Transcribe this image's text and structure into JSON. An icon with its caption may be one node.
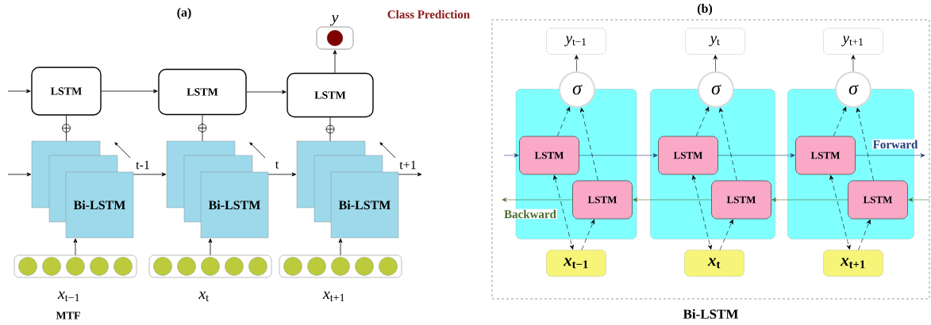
{
  "diagram": {
    "nodes": [
      {
        "text": [
          "LSTM"
        ]
      },
      {
        "text": [
          "LSTM"
        ]
      },
      {
        "text": [
          "LSTM"
        ]
      },
      {
        "text": [
          "y"
        ]
      },
      {
        "text": [
          "Bi-LSTM"
        ]
      },
      {
        "text": [
          "Bi-LSTM"
        ]
      },
      {
        "text": [
          "Bi-LSTM"
        ]
      },
      {
        "text": [],
        "shape": "bar",
        "beside": [
          "*x*$_{t−1}$"
        ]
      },
      {
        "text": [],
        "shape": "bar",
        "beside": [
          "*x*$_{t}$"
        ]
      },
      {
        "text": [],
        "shape": "bar",
        "beside": [
          "*x*$_{t+1}$"
        ]
      },
      {
        "text": [
          "Bi-LSTM"
        ]
      },
      {
        "text": [],
        "shape": "box",
        "in": 10
      },
      {
        "text": [],
        "shape": "box",
        "in": 10
      },
      {
        "text": [],
        "shape": "box",
        "in": 10
      },
      {
        "text": [
          "LSTM"
        ],
        "in": 11
      },
      {
        "text": [
          "LSTM"
        ],
        "in": 11
      },
      {
        "text": [
          "LSTM"
        ],
        "in": 12
      },
      {
        "text": [
          "LSTM"
        ],
        "in": 12
      },
      {
        "text": [
          "LSTM"
        ],
        "in": 13
      },
      {
        "text": [
          "LSTM"
        ],
        "in": 13
      },
      {
        "text": [
          "σ"
        ],
        "in": 10
      },
      {
        "text": [
          "σ"
        ],
        "in": 10
      },
      {
        "text": [
          "σ"
        ],
        "in": 10
      },
      {
        "text": [
          "*y*$_{t−1}$"
        ],
        "in": 10
      },
      {
        "text": [
          "*y*$_{t}$"
        ],
        "in": 10
      },
      {
        "text": [
          "*y*$_{t+1}$"
        ],
        "in": 10
      },
      {
        "text": [
          "*x*$_{t−1}$"
        ],
        "in": 10
      },
      {
        "text": [
          "*x*$_{t}$"
        ],
        "in": 10
      },
      {
        "text": [
          "*x*$_{t+1}$"
        ],
        "in": 10
      }
    ],
    "edges": [
      {
        "from": null,
        "to": 0,
        "arrow": "to"
      },
      {
        "from": 0,
        "to": 1,
        "arrow": "to"
      },
      {
        "from": 1,
        "to": 2,
        "arrow": "to"
      },
      {
        "from": 2,
        "to": 3,
        "arrow": "to"
      },
      {
        "from": 4,
        "to": 0,
        "arrow": "none"
      },
      {
        "from": 5,
        "to": 1,
        "arrow": "none"
      },
      {
        "from": 6,
        "to": 2,
        "arrow": "none"
      },
      {
        "from": null,
        "to": 4,
        "arrow": "to"
      },
      {
        "from": 4,
        "to": 5,
        "arrow": "to",
        "label": "t-1"
      },
      {
        "from": 5,
        "to": 6,
        "arrow": "to",
        "label": "t"
      },
      {
        "from": 6,
        "to": null,
        "arrow": "to",
        "label": "t+1"
      },
      {
        "from": 7,
        "to": 4,
        "arrow": "to"
      },
      {
        "from": 8,
        "to": 5,
        "arrow": "to"
      },
      {
        "from": 9,
        "to": 6,
        "arrow": "to"
      },
      {
        "from": null,
        "to": 14,
        "arrow": "to",
        "color": "#1f3a7a"
      },
      {
        "from": 14,
        "to": 16,
        "arrow": "to",
        "color": "#1f3a7a"
      },
      {
        "from": 16,
        "to": 18,
        "arrow": "to",
        "color": "#1f3a7a"
      },
      {
        "from": 18,
        "to": null,
        "arrow": "to",
        "color": "#1f3a7a",
        "label": "Forward"
      },
      {
        "from": null,
        "to": 19,
        "arrow": "to",
        "color": "#4a6b2e"
      },
      {
        "from": 19,
        "to": 17,
        "arrow": "to",
        "color": "#4a6b2e"
      },
      {
        "from": 17,
        "to": 15,
        "arrow": "to",
        "color": "#4a6b2e"
      },
      {
        "from": 15,
        "to": null,
        "arrow": "to",
        "color": "#4a6b2e",
        "label": "Backward"
      },
      {
        "from": 26,
        "to": 15,
        "arrow": "to",
        "style": "dashed"
      },
      {
        "from": 14,
        "to": 26,
        "arrow": "both",
        "style": "dashed"
      },
      {
        "from": 14,
        "to": 20,
        "arrow": "to",
        "style": "dashed"
      },
      {
        "from": 15,
        "to": 20,
        "arrow": "to",
        "style": "dashed"
      },
      {
        "from": 20,
        "to": 23,
        "arrow": "to"
      },
      {
        "from": 27,
        "to": 17,
        "arrow": "to",
        "style": "dashed"
      },
      {
        "from": 16,
        "to": 27,
        "arrow": "both",
        "style": "dashed"
      },
      {
        "from": 16,
        "to": 21,
        "arrow": "to",
        "style": "dashed"
      },
      {
        "from": 17,
        "to": 21,
        "arrow": "to",
        "style": "dashed"
      },
      {
        "from": 21,
        "to": 24,
        "arrow": "to"
      },
      {
        "from": 28,
        "to": 19,
        "arrow": "to",
        "style": "dashed"
      },
      {
        "from": 18,
        "to": 28,
        "arrow": "both",
        "style": "dashed"
      },
      {
        "from": 18,
        "to": 22,
        "arrow": "to",
        "style": "dashed"
      },
      {
        "from": 19,
        "to": 22,
        "arrow": "to",
        "style": "dashed"
      },
      {
        "from": 22,
        "to": 25,
        "arrow": "to"
      }
    ],
    "labels": [
      "(a)",
      "Class Prediction",
      "(b)",
      "MTF"
    ]
  }
}
